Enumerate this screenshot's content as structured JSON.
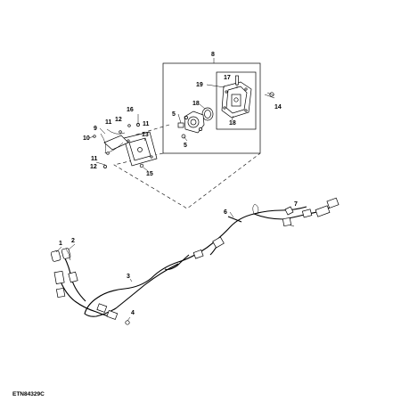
{
  "diagram": {
    "figure_id": "ETN84329C",
    "callouts": [
      "1",
      "2",
      "3",
      "4",
      "5",
      "5",
      "6",
      "7",
      "8",
      "9",
      "10",
      "11",
      "11",
      "11",
      "12",
      "12",
      "13",
      "14",
      "15",
      "16",
      "17",
      "18",
      "18",
      "19"
    ]
  }
}
